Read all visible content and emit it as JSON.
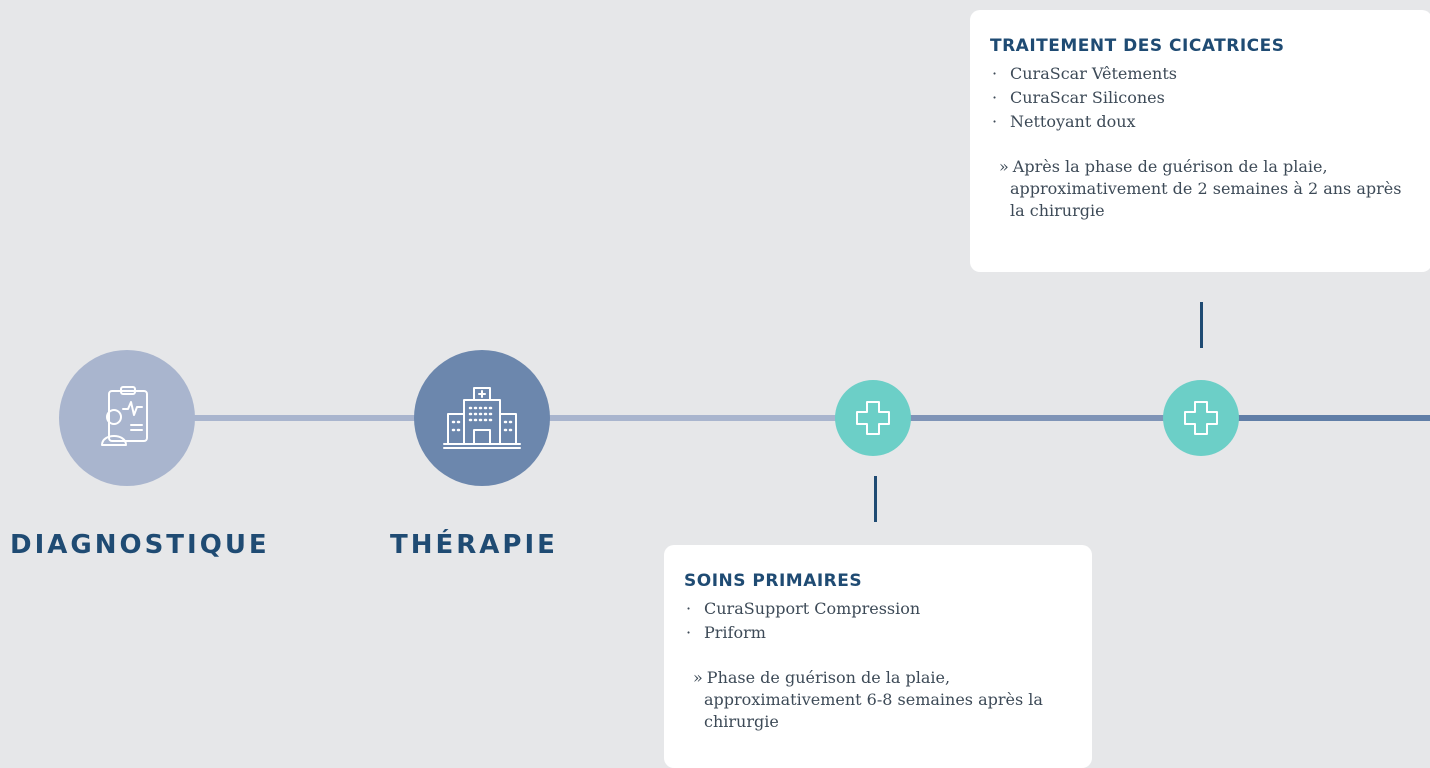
{
  "stages": [
    {
      "label": "DIAGNOSTIQUE",
      "icon": "clipboard-doctor-icon"
    },
    {
      "label": "THÉRAPIE",
      "icon": "hospital-icon"
    }
  ],
  "steps": [
    {
      "icon": "medical-cross-icon",
      "title": "SOINS PRIMAIRES",
      "items": [
        "CuraSupport Compression",
        "Priform"
      ],
      "note_marker": "»",
      "note": "Phase de guérison de la plaie, approximativement 6-8 semaines après la chirurgie"
    },
    {
      "icon": "medical-cross-icon",
      "title": "TRAITEMENT DES CICATRICES",
      "items": [
        "CuraScar Vêtements",
        "CuraScar Silicones",
        "Nettoyant doux"
      ],
      "note_marker": "»",
      "note": "Après la phase de guérison de la plaie, approximativement de 2 semaines à 2 ans après la chirurgie"
    }
  ],
  "colors": {
    "background": "#e6e7e9",
    "title_blue": "#1f4b73",
    "stage_light": "#a9b5ce",
    "stage_dark": "#6c87ad",
    "step_teal": "#6ccfc7"
  }
}
